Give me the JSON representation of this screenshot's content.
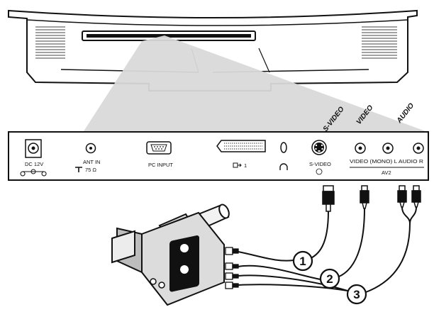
{
  "headings": {
    "svideo": "S-VIDEO",
    "video": "VIDEO",
    "audio": "AUDIO"
  },
  "panel": {
    "dc": "DC 12V",
    "ant_line1": "ANT IN",
    "ant_line2": "75 Ω",
    "pc": "PC INPUT",
    "scart": "1",
    "svideo": "S-VIDEO",
    "video_audio": "VIDEO (MONO) L AUDIO R",
    "av2": "AV2"
  },
  "callouts": [
    "1",
    "2",
    "3"
  ],
  "colors": {
    "ink": "#111111",
    "beam": "#d9d9d9",
    "camera_body": "#dcdcdc"
  }
}
